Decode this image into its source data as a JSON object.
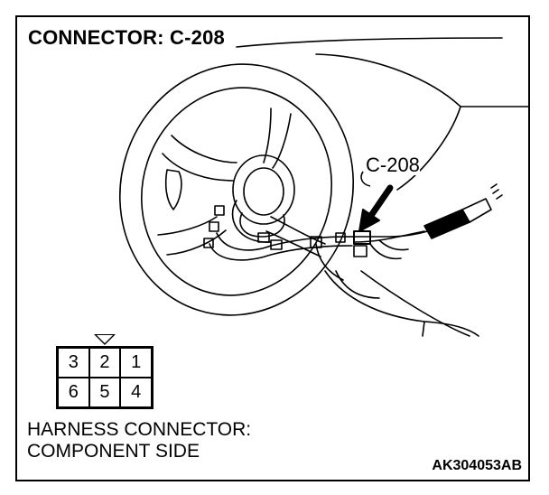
{
  "title": "CONNECTOR: C-208",
  "callout_label": "C-208",
  "connector_pins": [
    [
      "3",
      "2",
      "1"
    ],
    [
      "6",
      "5",
      "4"
    ]
  ],
  "caption_line1": "HARNESS CONNECTOR:",
  "caption_line2": "COMPONENT SIDE",
  "figure_code": "AK304053AB"
}
